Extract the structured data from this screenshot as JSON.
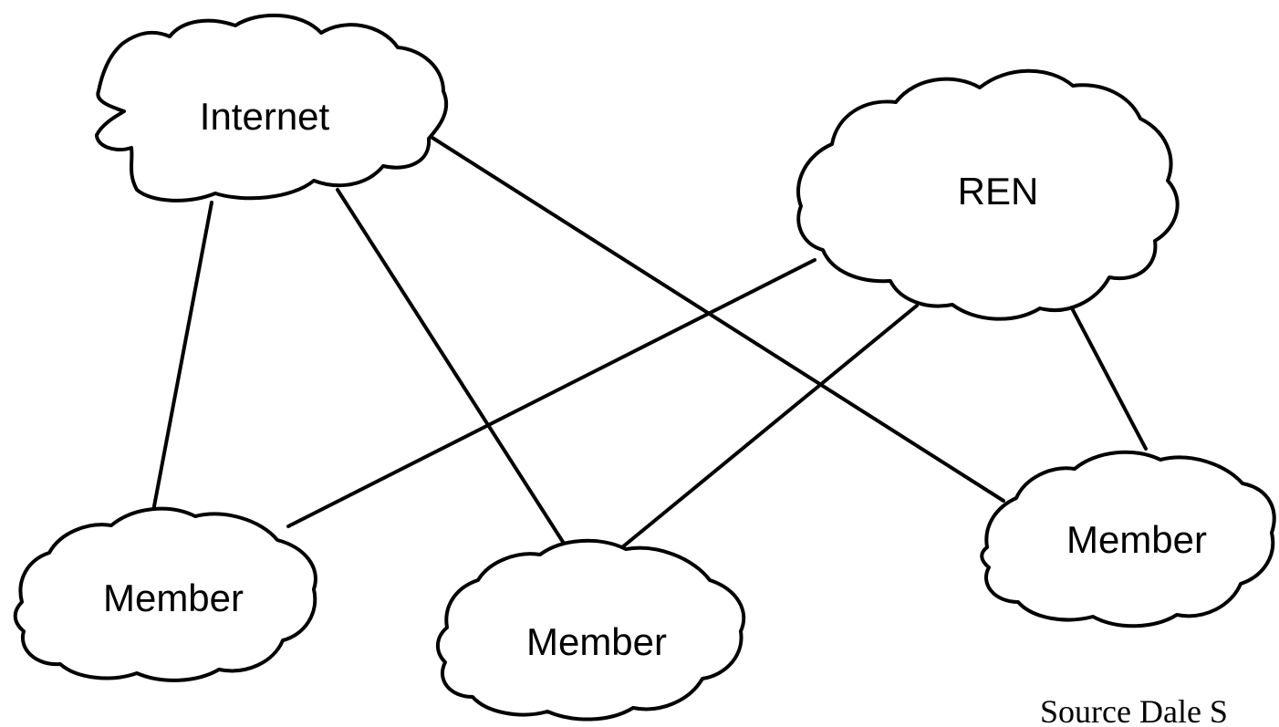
{
  "nodes": {
    "internet": {
      "label": "Internet"
    },
    "ren": {
      "label": "REN"
    },
    "member_1": {
      "label": "Member"
    },
    "member_2": {
      "label": "Member"
    },
    "member_3": {
      "label": "Member"
    }
  },
  "links": [
    {
      "from": "internet",
      "to": "member_1"
    },
    {
      "from": "internet",
      "to": "member_2"
    },
    {
      "from": "internet",
      "to": "member_3"
    },
    {
      "from": "ren",
      "to": "member_1"
    },
    {
      "from": "ren",
      "to": "member_2"
    },
    {
      "from": "ren",
      "to": "member_3"
    }
  ],
  "source": "Source Dale S"
}
